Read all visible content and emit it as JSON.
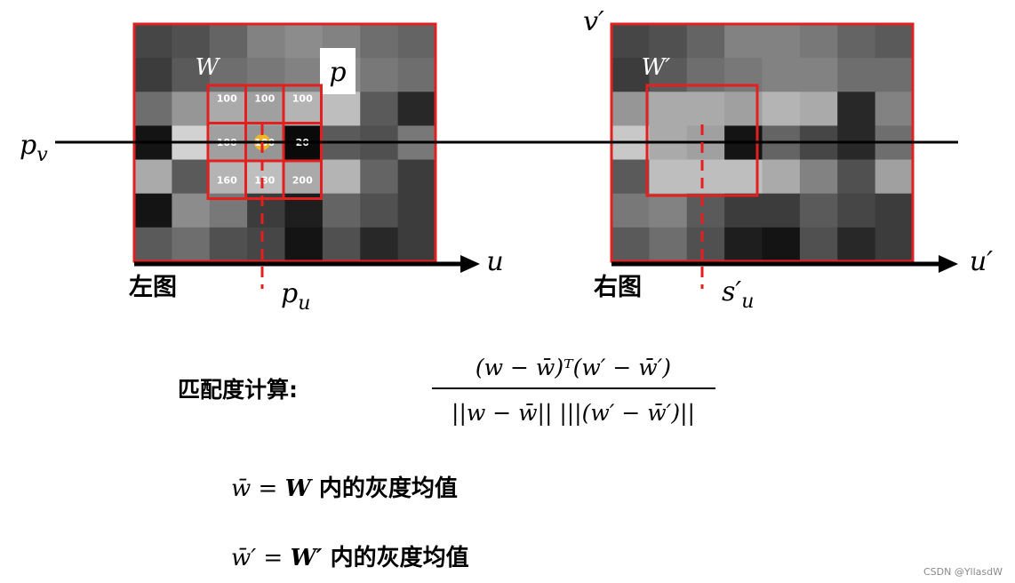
{
  "left_image": {
    "caption": "左图",
    "window_label": "W",
    "point_label": "p",
    "pv_label": "p",
    "pv_sub": "v",
    "pu_label": "p",
    "pu_sub": "u",
    "axis_u_label": "u",
    "window_values": [
      [
        "100",
        "100",
        "100"
      ],
      [
        "100",
        "100",
        "20"
      ],
      [
        "160",
        "180",
        "200"
      ]
    ],
    "grid": [
      [
        70,
        80,
        100,
        130,
        140,
        130,
        110,
        100
      ],
      [
        60,
        90,
        110,
        120,
        130,
        140,
        120,
        110
      ],
      [
        110,
        150,
        170,
        160,
        180,
        190,
        90,
        40
      ],
      [
        20,
        210,
        160,
        150,
        10,
        90,
        80,
        120
      ],
      [
        170,
        90,
        180,
        190,
        170,
        180,
        100,
        60
      ],
      [
        20,
        140,
        120,
        60,
        30,
        100,
        80,
        60
      ],
      [
        90,
        110,
        80,
        70,
        20,
        80,
        40,
        60
      ]
    ]
  },
  "right_image": {
    "caption": "右图",
    "window_label": "W′",
    "axis_v_label": "v′",
    "axis_u_label": "u′",
    "su_label": "s′",
    "su_sub": "u",
    "grid": [
      [
        70,
        80,
        100,
        130,
        130,
        120,
        100,
        90
      ],
      [
        60,
        90,
        110,
        120,
        130,
        130,
        110,
        110
      ],
      [
        150,
        170,
        170,
        160,
        180,
        170,
        40,
        130
      ],
      [
        200,
        170,
        160,
        20,
        100,
        70,
        40,
        110
      ],
      [
        90,
        190,
        190,
        190,
        170,
        130,
        80,
        160
      ],
      [
        120,
        130,
        90,
        60,
        60,
        90,
        70,
        60
      ],
      [
        90,
        110,
        80,
        30,
        20,
        80,
        40,
        60
      ]
    ]
  },
  "formula": {
    "label": "匹配度计算:",
    "numerator": "(w − w̄)ᵀ(w′ − w̄′)",
    "denominator": "||w − w̄|| |||(w′ − w̄′)||"
  },
  "definitions": [
    {
      "lhs": "w̄ = ",
      "bold_symbol": "W",
      "rhs": " 内的灰度均值"
    },
    {
      "lhs": "w̄′ = ",
      "bold_symbol": "W′",
      "rhs": " 内的灰度均值"
    }
  ],
  "watermark": "CSDN @YllasdW",
  "colors": {
    "frame": "#e41f1f",
    "highlight": "#f0b429",
    "line": "#000000"
  }
}
